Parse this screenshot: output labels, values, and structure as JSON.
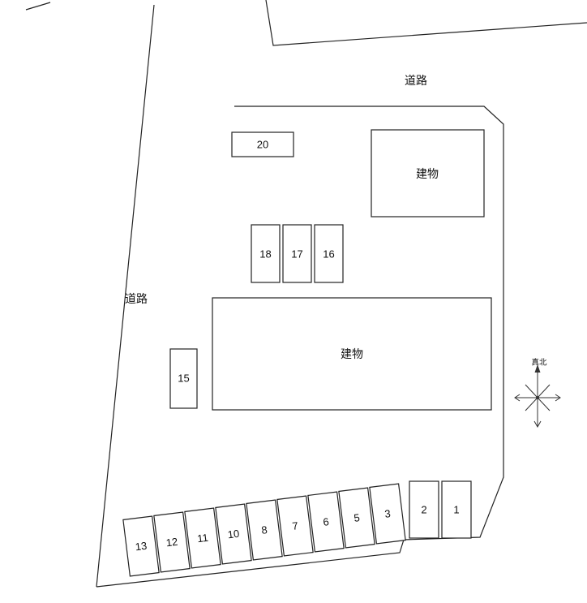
{
  "plan": {
    "roads": {
      "top_label": "道路",
      "left_label": "道路"
    },
    "buildings": {
      "north_label": "建物",
      "main_label": "建物"
    },
    "compass_label": "真北",
    "spaces": {
      "s20": "20",
      "s18": "18",
      "s17": "17",
      "s16": "16",
      "s15": "15",
      "s13": "13",
      "s12": "12",
      "s11": "11",
      "s10": "10",
      "s8": "8",
      "s7": "7",
      "s6": "6",
      "s5": "5",
      "s3": "3",
      "s2": "2",
      "s1": "1"
    }
  }
}
